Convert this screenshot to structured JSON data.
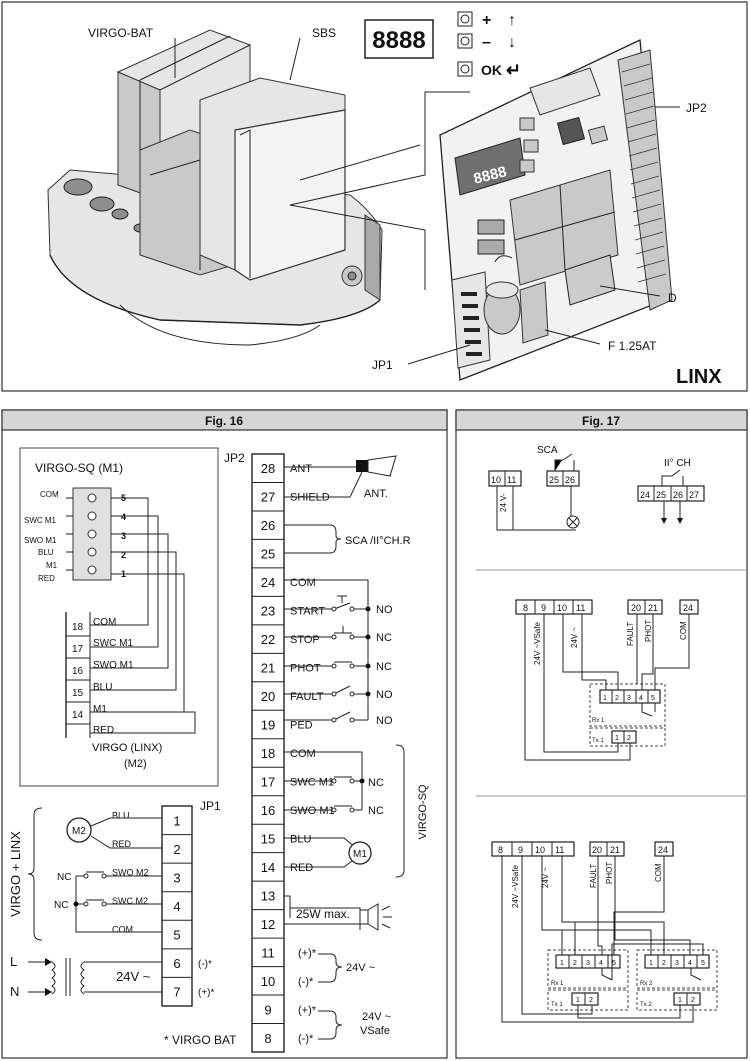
{
  "top": {
    "labels": {
      "virgo_bat": "VIRGO-BAT",
      "sbs": "SBS",
      "display": "8888",
      "jp2": "JP2",
      "d": "D",
      "fuse": "F  1.25AT",
      "jp1": "JP1",
      "linx": "LINX"
    },
    "buttons": [
      {
        "sign": "+",
        "arrow": "↑"
      },
      {
        "sign": "–",
        "arrow": "↓"
      },
      {
        "sign": "OK",
        "arrow": "↵"
      }
    ],
    "board_display": "8888"
  },
  "fig16": {
    "title": "Fig. 16",
    "virgo_sq": {
      "title": "VIRGO-SQ (M1)",
      "left_labels": [
        "COM",
        "SWC M1",
        "SWO M1",
        "BLU",
        "M1",
        "RED"
      ],
      "pins": [
        "5",
        "4",
        "3",
        "2",
        "1"
      ],
      "terminals": [
        {
          "n": "18",
          "l": "COM"
        },
        {
          "n": "17",
          "l": "SWC M1"
        },
        {
          "n": "16",
          "l": "SWO M1"
        },
        {
          "n": "15",
          "l": "BLU"
        },
        {
          "n": "14",
          "l": "M1"
        },
        {
          "n": "",
          "l": "RED"
        }
      ],
      "caption1": "VIRGO (LINX)",
      "caption2": "(M2)"
    },
    "jp2": {
      "label": "JP2",
      "rows": [
        {
          "n": "28",
          "l": "ANT",
          "r": ""
        },
        {
          "n": "27",
          "l": "SHIELD",
          "r": ""
        },
        {
          "n": "26",
          "l": "",
          "r": ""
        },
        {
          "n": "25",
          "l": "",
          "r": ""
        },
        {
          "n": "24",
          "l": "COM",
          "r": ""
        },
        {
          "n": "23",
          "l": "START",
          "r": "NO"
        },
        {
          "n": "22",
          "l": "STOP",
          "r": "NC"
        },
        {
          "n": "21",
          "l": "PHOT",
          "r": "NC"
        },
        {
          "n": "20",
          "l": "FAULT",
          "r": "NO"
        },
        {
          "n": "19",
          "l": "PED",
          "r": "NO"
        },
        {
          "n": "18",
          "l": "COM",
          "r": ""
        },
        {
          "n": "17",
          "l": "SWC M1",
          "r": "NC"
        },
        {
          "n": "16",
          "l": "SWO M1",
          "r": "NC"
        },
        {
          "n": "15",
          "l": "BLU",
          "r": ""
        },
        {
          "n": "14",
          "l": "RED",
          "r": ""
        },
        {
          "n": "13",
          "l": "",
          "r": ""
        },
        {
          "n": "12",
          "l": "",
          "r": ""
        },
        {
          "n": "11",
          "l": "(+)*",
          "r": ""
        },
        {
          "n": "10",
          "l": "(-)*",
          "r": ""
        },
        {
          "n": "9",
          "l": "(+)*",
          "r": ""
        },
        {
          "n": "8",
          "l": "(-)*",
          "r": ""
        }
      ],
      "ant": "ANT.",
      "sca": "SCA /II°CH.R",
      "virgo_sq": "VIRGO-SQ",
      "m1": "M1",
      "lamp": "25W max.",
      "v24": "24V ~",
      "v24safe1": "24V ~",
      "v24safe2": "VSafe",
      "footnote": "* VIRGO BAT"
    },
    "jp1": {
      "label": "JP1",
      "rows": [
        {
          "n": "1",
          "l": "BLU",
          "r": ""
        },
        {
          "n": "2",
          "l": "RED",
          "r": ""
        },
        {
          "n": "3",
          "l": "SWO M2",
          "r": ""
        },
        {
          "n": "4",
          "l": "SWC M2",
          "r": ""
        },
        {
          "n": "5",
          "l": "COM",
          "r": ""
        },
        {
          "n": "6",
          "l": "",
          "r": "(-)*"
        },
        {
          "n": "7",
          "l": "",
          "r": "(+)*"
        }
      ],
      "side": "VIRGO + LINX",
      "m2": "M2",
      "nc1": "NC",
      "nc2": "NC",
      "l": "L",
      "n": "N",
      "v24": "24V ~"
    }
  },
  "fig17": {
    "title": "Fig. 17",
    "sca": {
      "label": "SCA",
      "terminals": [
        "10",
        "11",
        "25",
        "26"
      ],
      "v": "24 V-"
    },
    "ch": {
      "label": "II° CH",
      "terminals": [
        "24",
        "25",
        "26",
        "27"
      ]
    },
    "d1": {
      "terminals": [
        "8",
        "9",
        "10",
        "11",
        "20",
        "21",
        "24"
      ],
      "vlabels": [
        "24V ~VSafe",
        "24V ~",
        "FAULT",
        "PHOT",
        "COM"
      ],
      "rx": "Rx 1",
      "tx": "Tx 1",
      "rx_pins": [
        "1",
        "2",
        "3",
        "4",
        "5"
      ],
      "tx_pins": [
        "1",
        "2"
      ]
    },
    "d2": {
      "terminals": [
        "8",
        "9",
        "10",
        "11",
        "20",
        "21",
        "24"
      ],
      "vlabels": [
        "24V ~VSafe",
        "24V ~",
        "FAULT",
        "PHOT",
        "COM"
      ],
      "rx1": "Rx 1",
      "tx1": "Tx 1",
      "rx2": "Rx 2",
      "tx2": "Tx 2",
      "rx_pins": [
        "1",
        "2",
        "3",
        "4",
        "5"
      ],
      "tx_pins": [
        "1",
        "2"
      ]
    }
  }
}
